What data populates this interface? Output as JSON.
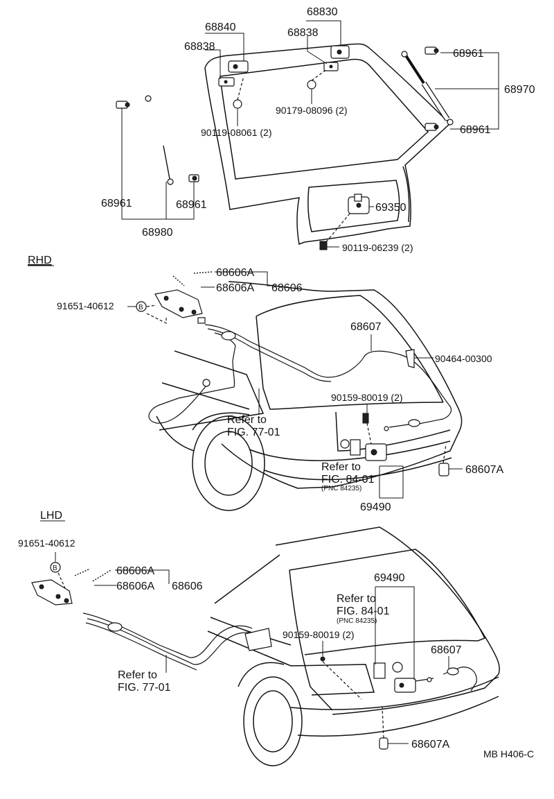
{
  "diagram": {
    "sections": {
      "rhd": "RHD",
      "lhd": "LHD"
    },
    "labels": {
      "p68830": "68830",
      "p68840": "68840",
      "p68838_left": "68838",
      "p68838_center": "68838",
      "p68961_tr1": "68961",
      "p68970": "68970",
      "p68961_tr2": "68961",
      "p90179": "90179-08096 (2)",
      "p90119_08061": "90119-08061 (2)",
      "p68961_l1": "68961",
      "p68961_l2": "68961",
      "p68980": "68980",
      "p69350": "69350",
      "p90119_06239": "90119-06239 (2)",
      "rhd_68606A_1": "68606A",
      "rhd_68606A_2": "68606A",
      "rhd_68606": "68606",
      "rhd_91651": "91651-40612",
      "rhd_B": "B",
      "rhd_68607": "68607",
      "rhd_90464": "90464-00300",
      "rhd_90159": "90159-80019 (2)",
      "rhd_refer77_a": "Refer to",
      "rhd_refer77_b": "FIG. 77-01",
      "rhd_refer84_a": "Refer to",
      "rhd_refer84_b": "FIG. 84-01",
      "rhd_pnc": "(PNC 84235)",
      "rhd_68607A": "68607A",
      "rhd_69490": "69490",
      "lhd_91651": "91651-40612",
      "lhd_B": "B",
      "lhd_68606A_1": "68606A",
      "lhd_68606A_2": "68606A",
      "lhd_68606": "68606",
      "lhd_69490": "69490",
      "lhd_refer84_a": "Refer to",
      "lhd_refer84_b": "FIG. 84-01",
      "lhd_pnc": "(PNC 84235)",
      "lhd_90159": "90159-80019 (2)",
      "lhd_68607": "68607",
      "lhd_refer77_a": "Refer to",
      "lhd_refer77_b": "FIG. 77-01",
      "lhd_68607A": "68607A",
      "code": "MB H406-C"
    }
  }
}
